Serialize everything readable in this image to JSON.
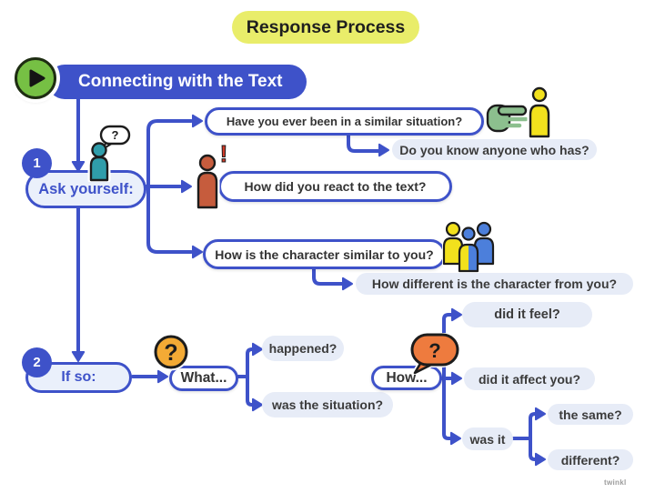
{
  "title": "Response Process",
  "header": {
    "label": "Connecting with the Text"
  },
  "section1": {
    "badge": "1",
    "label": "Ask yourself:",
    "q1": "Have you ever been in a similar situation?",
    "q1_followup": "Do you know anyone who has?",
    "q2": "How did you react to the text?",
    "q3": "How is the character similar to you?",
    "q3_followup": "How different is the character from you?"
  },
  "section2": {
    "badge": "2",
    "label": "If so:",
    "what": {
      "label": "What...",
      "options": [
        "happened?",
        "was the situation?"
      ]
    },
    "how": {
      "label": "How...",
      "options": [
        "did it feel?",
        "did it affect you?",
        "was it"
      ],
      "was_it_options": [
        "the same?",
        "different?"
      ]
    }
  },
  "icons": {
    "play_icon": "▶",
    "thinking_person_icon": "person with thought bubble",
    "alert_person_icon": "person with exclamation",
    "pointing_hand_icon": "hand pointing at person",
    "standing_person_icon": "standing person",
    "group_icon": "group of three people",
    "question_circle_icon": "question mark circle",
    "question_bubble_icon": "question mark speech bubble",
    "question_mark": "?",
    "exclamation": "!"
  },
  "colors": {
    "blue": "#3e52c9",
    "title_yellow": "#e9ed6a",
    "answer_pill": "#e7ecf7",
    "label_pill_bg": "#eaf0fb",
    "play_green": "#76c044",
    "teal": "#2f9daa",
    "red_orange": "#c65c3d",
    "icon_yellow": "#f2e11d",
    "hand_green": "#8cbf8e",
    "group_blue": "#4c7fdb",
    "qmark_orange": "#f3aa35",
    "bubble_orange": "#ee7b3e",
    "text_dark": "#333333"
  },
  "watermark": "twinkl"
}
